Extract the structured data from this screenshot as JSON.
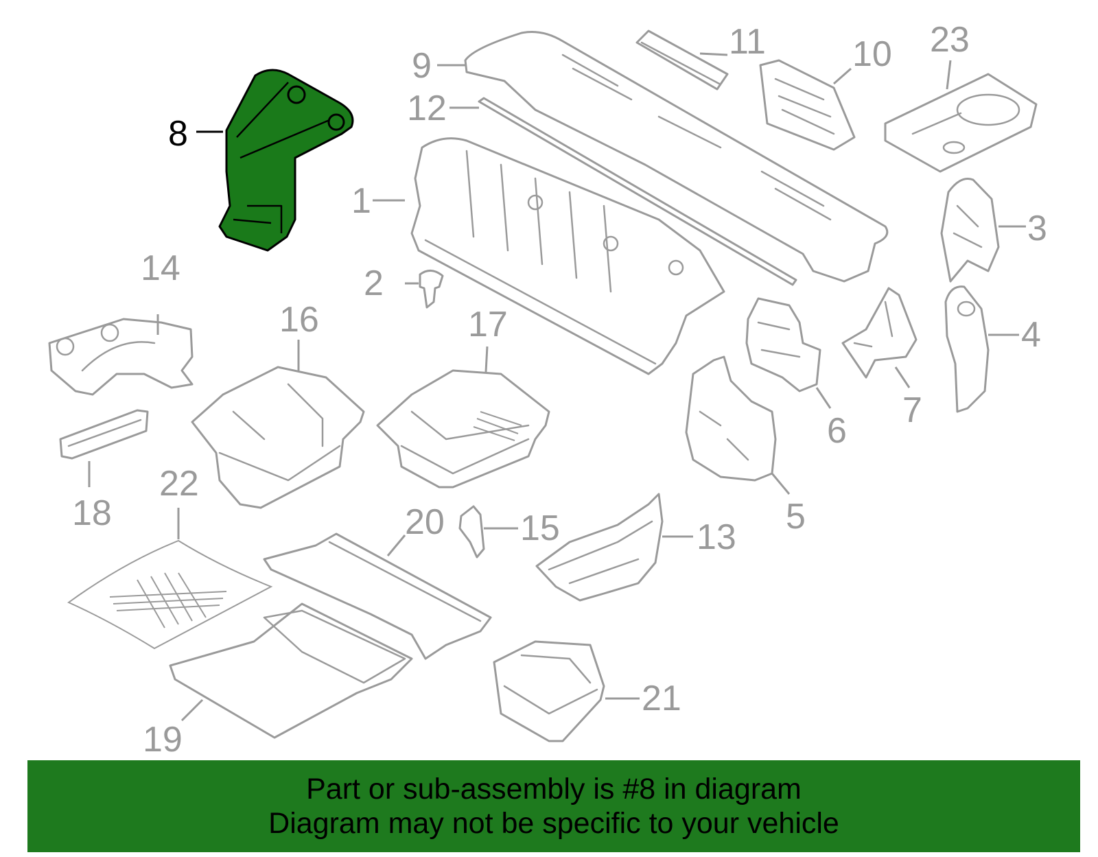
{
  "colors": {
    "highlight_fill": "#1a7a1a",
    "banner_background": "#1e7a1e",
    "part_outline": "#9a9a9a",
    "highlight_outline": "#000000"
  },
  "callouts": {
    "c1": "1",
    "c2": "2",
    "c3": "3",
    "c4": "4",
    "c5": "5",
    "c6": "6",
    "c7": "7",
    "c8": "8",
    "c9": "9",
    "c10": "10",
    "c11": "11",
    "c12": "12",
    "c13": "13",
    "c14": "14",
    "c15": "15",
    "c16": "16",
    "c17": "17",
    "c18": "18",
    "c19": "19",
    "c20": "20",
    "c21": "21",
    "c22": "22",
    "c23": "23"
  },
  "highlighted_callout": "8",
  "banner": {
    "line1": "Part or sub-assembly is #8 in diagram",
    "line2": "Diagram may not be specific to your vehicle"
  }
}
